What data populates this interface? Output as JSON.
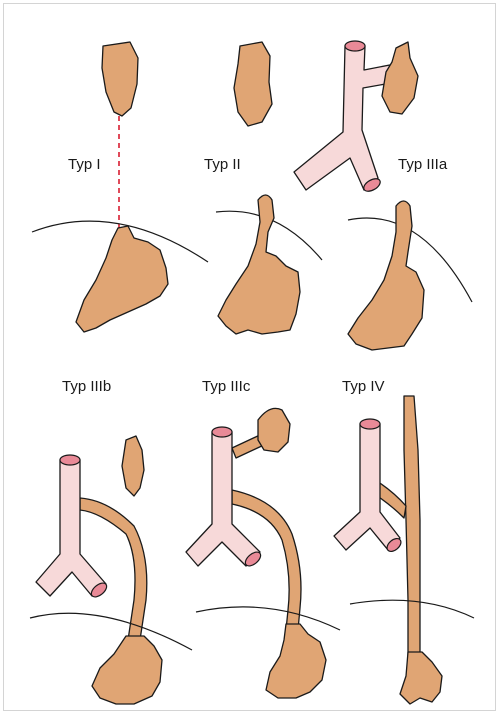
{
  "labels": {
    "typ1": "Typ I",
    "typ2": "Typ II",
    "typ3a": "Typ IIIa",
    "typ3b": "Typ IIIb",
    "typ3c": "Typ IIIc",
    "typ4": "Typ IV"
  },
  "colors": {
    "tissue": "#e0a574",
    "vessel": "#f7d9d9",
    "vessel_lumen": "#e98a97",
    "connector_dashed": "#e04a5a",
    "outline": "#1a1a1a"
  }
}
